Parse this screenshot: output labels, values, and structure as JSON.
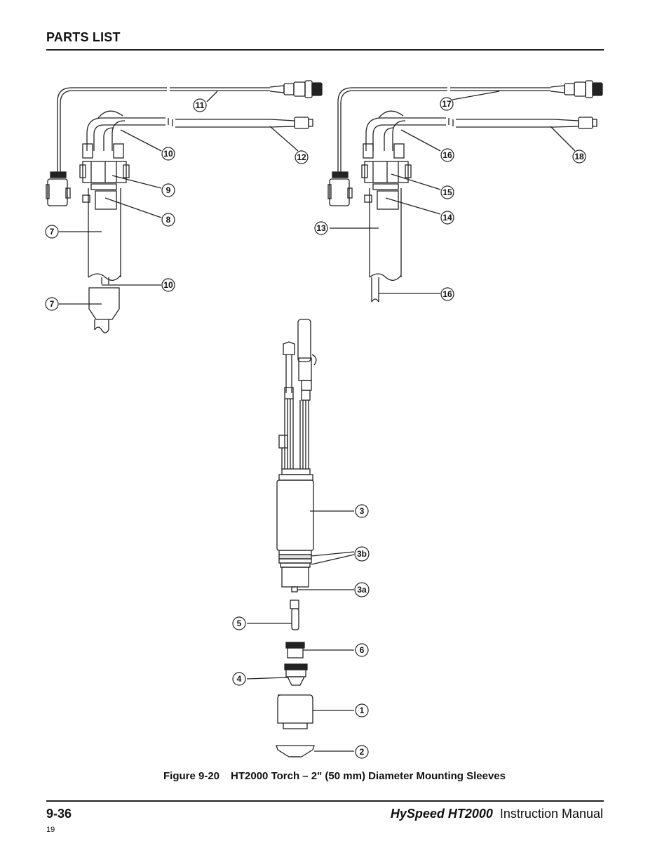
{
  "header": {
    "title": "PARTS LIST"
  },
  "figure": {
    "caption_number": "Figure 9-20",
    "caption_text": "HT2000 Torch – 2\" (50 mm) Diameter Mounting Sleeves",
    "callouts": {
      "c11": "11",
      "c12": "12",
      "c10a": "10",
      "c9": "9",
      "c8": "8",
      "c7a": "7",
      "c10b": "10",
      "c7b": "7",
      "c17": "17",
      "c18": "18",
      "c16a": "16",
      "c15": "15",
      "c14": "14",
      "c13": "13",
      "c16b": "16",
      "c3": "3",
      "c3b": "3b",
      "c3a": "3a",
      "c5": "5",
      "c6": "6",
      "c4": "4",
      "c1": "1",
      "c2": "2"
    }
  },
  "footer": {
    "page_number": "9-36",
    "product": "HySpeed HT2000",
    "manual": "Instruction Manual",
    "code": "19"
  }
}
